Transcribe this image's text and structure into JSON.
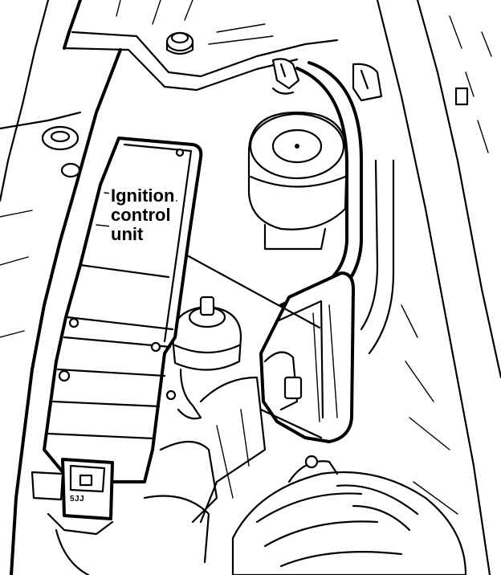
{
  "callout": {
    "lines": [
      "Ignition",
      "control",
      "unit"
    ]
  },
  "part_code": "5JJ"
}
